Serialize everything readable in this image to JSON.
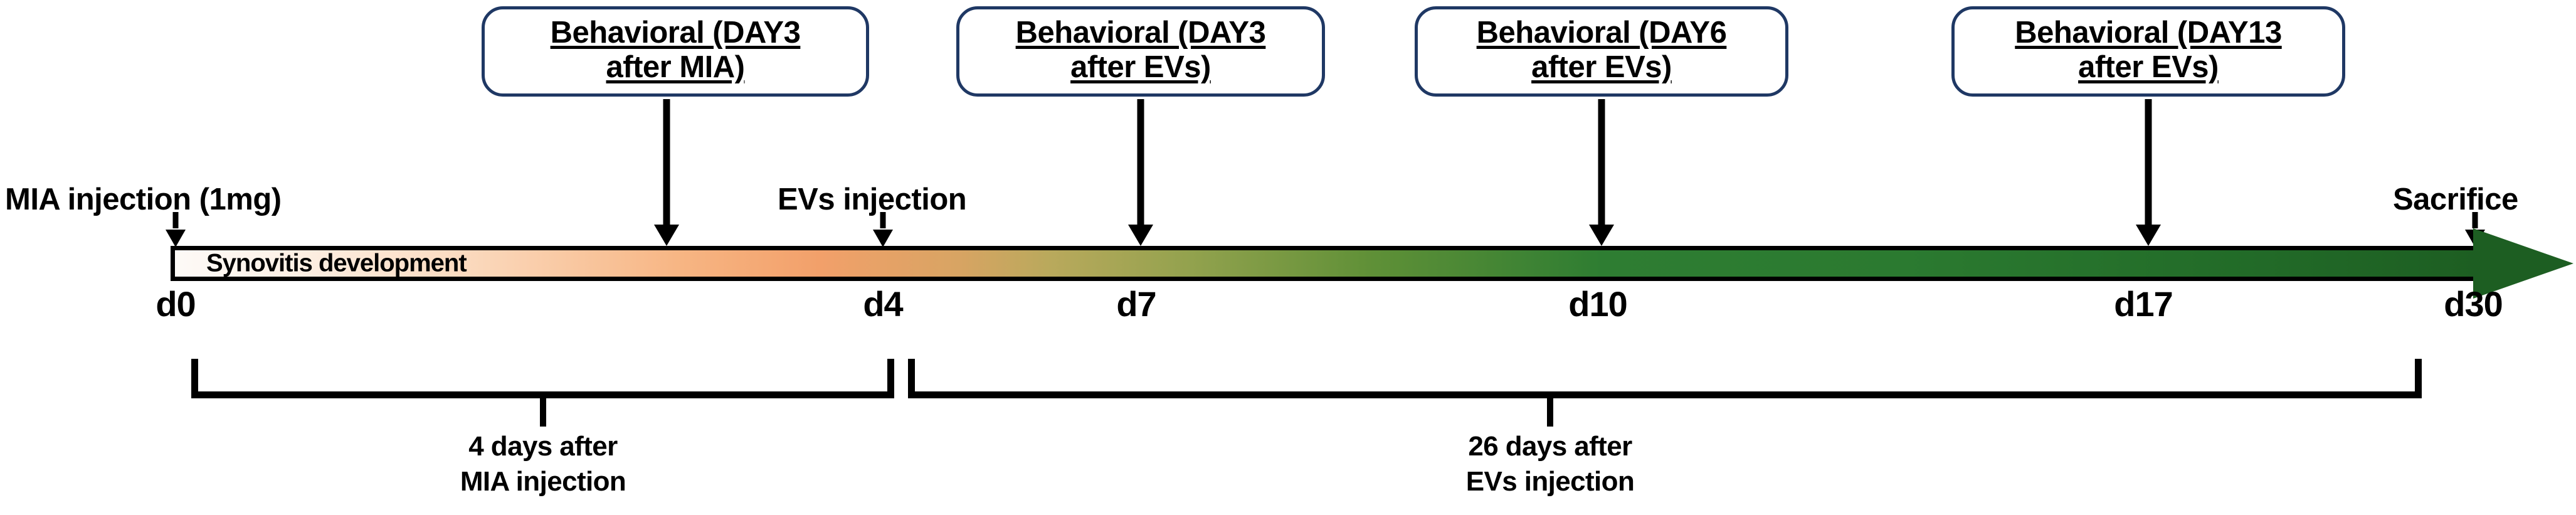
{
  "diagram": {
    "title": "MIA / EVs experimental timeline",
    "accent_border_color": "#1F3864",
    "bar_start_color": "#FDFAF7",
    "bar_mid_color": "#F2A06A",
    "bar_end_color": "#1D5E22"
  },
  "callouts": [
    {
      "line1": "Behavioral (DAY3",
      "line2": "after MIA)",
      "day": "d3"
    },
    {
      "line1": "Behavioral (DAY3",
      "line2": "after EVs)",
      "day": "d7"
    },
    {
      "line1": "Behavioral (DAY6",
      "line2": "after EVs)",
      "day": "d10"
    },
    {
      "line1": "Behavioral (DAY13",
      "line2": "after EVs)",
      "day": "d17"
    }
  ],
  "events": [
    {
      "label": "MIA injection (1mg)",
      "day": "d0"
    },
    {
      "label": "EVs  injection",
      "day": "d4"
    },
    {
      "label": "Sacrifice",
      "day": "d30"
    }
  ],
  "bar": {
    "phase_label": "Synovitis development"
  },
  "days": [
    "d0",
    "d4",
    "d7",
    "d10",
    "d17",
    "d30"
  ],
  "brackets": [
    {
      "line1": "4 days after",
      "line2": "MIA injection",
      "from": "d0",
      "to": "d4"
    },
    {
      "line1": "26 days after",
      "line2": "EVs injection",
      "from": "d4",
      "to": "d30"
    }
  ]
}
